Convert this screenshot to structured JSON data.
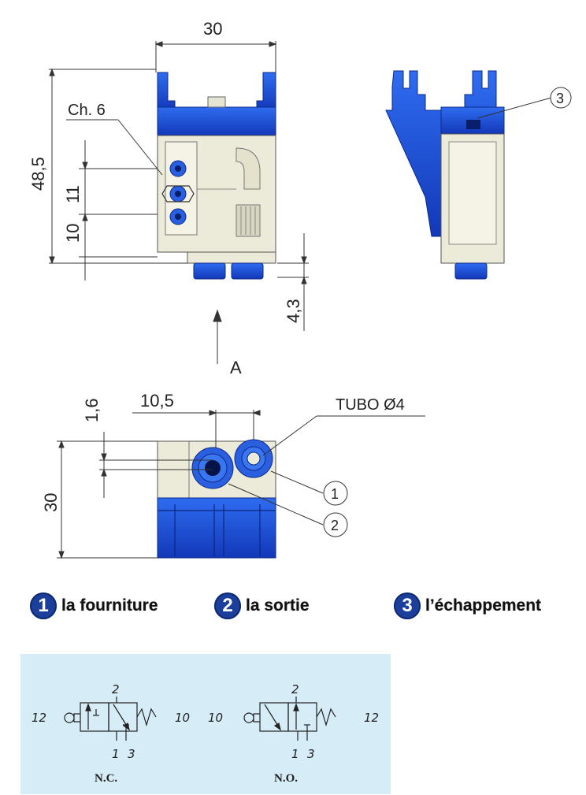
{
  "drawing": {
    "dim_width_top": "30",
    "dim_chave": "Ch. 6",
    "dim_height_total": "48,5",
    "dim_11": "11",
    "dim_10": "10",
    "dim_43": "4,3",
    "view_arrow": "A",
    "dim_16": "1,6",
    "dim_105": "10,5",
    "tube_label": "TUBO Ø4",
    "dim_30_side": "30",
    "callout_1": "1",
    "callout_2": "2",
    "callout_3": "3"
  },
  "legend": [
    {
      "num": "1",
      "text": "la fourniture"
    },
    {
      "num": "2",
      "text": "la sortie"
    },
    {
      "num": "3",
      "text": "l’échappement"
    }
  ],
  "schema": {
    "left": {
      "port_2": "2",
      "port_12": "12",
      "port_10": "10",
      "port_1": "1",
      "port_3": "3",
      "label": "N.C."
    },
    "right": {
      "port_2": "2",
      "port_10": "10",
      "port_12": "12",
      "port_1": "1",
      "port_3": "3",
      "label": "N.O."
    }
  },
  "colors": {
    "blue_part": "#1a4fd6",
    "body_cream": "#ecebd9",
    "badge": "#1c3f9c",
    "schema_bg": "#d6ecf7"
  }
}
